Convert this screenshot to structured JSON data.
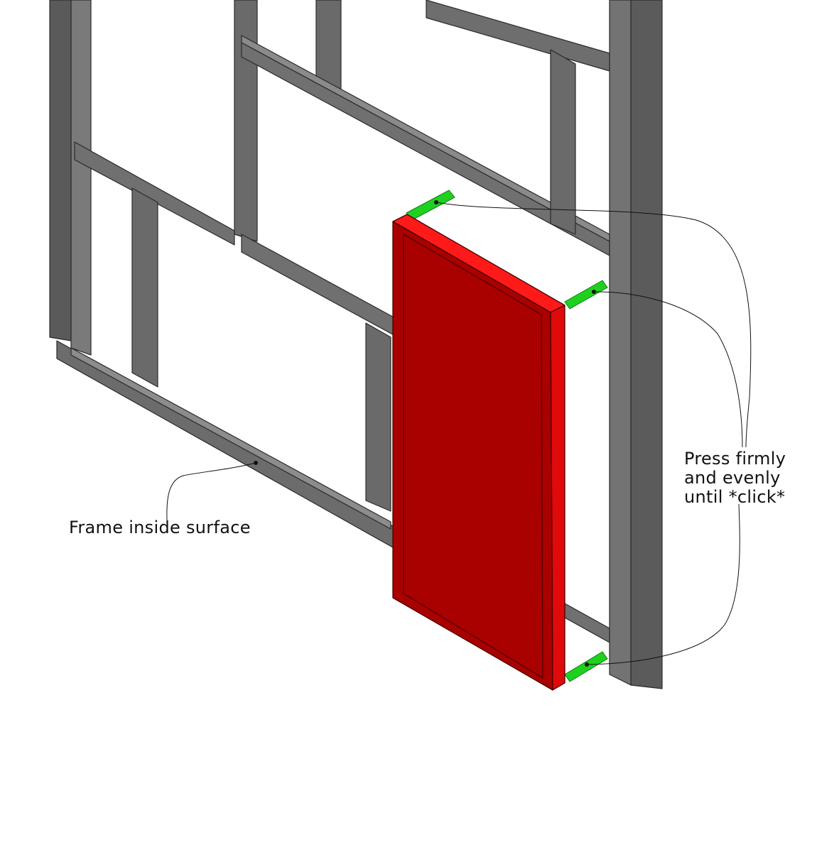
{
  "annotations": {
    "frame_surface": "Frame inside surface",
    "press_instruction": "Press firmly\nand evenly\nuntil *click*"
  },
  "parts": {
    "frame": "wall-frame",
    "panel": "red-panel",
    "clips": "green-clip-pins"
  },
  "colors": {
    "frame_face": "#6e6e6e",
    "frame_side": "#4f4f4f",
    "frame_top": "#888888",
    "panel_front": "#a90000",
    "panel_edge": "#e00a0a",
    "panel_top": "#ff1a1a",
    "clip": "#1fd11f",
    "leader": "#111111"
  }
}
